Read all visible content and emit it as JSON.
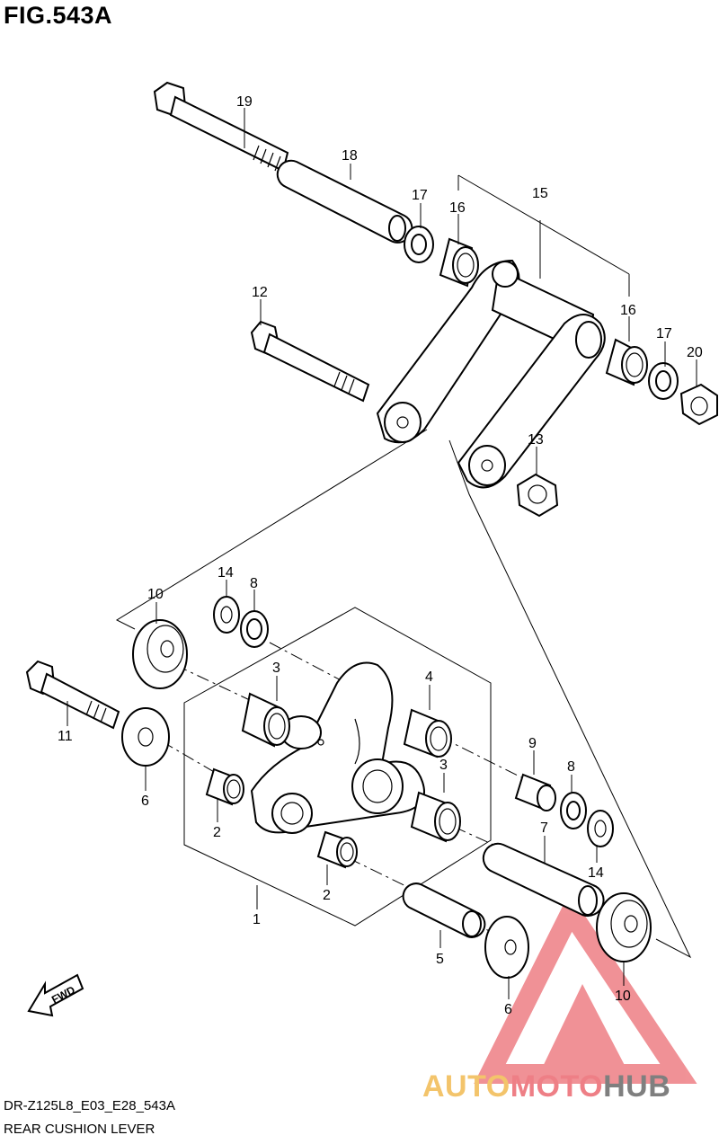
{
  "title": "FIG.543A",
  "diagram_code": "DR-Z125L8_E03_E28_543A",
  "diagram_name": "REAR CUSHION LEVER",
  "brand": {
    "part1": "AUTO",
    "part2": "MOTO",
    "part3": "HUB",
    "colors": {
      "part1": "#f3c46b",
      "part2": "#ee7f86",
      "part3": "#7f7f7f"
    }
  },
  "callouts": {
    "c19": "19",
    "c18": "18",
    "c17a": "17",
    "c16a": "16",
    "c15": "15",
    "c16b": "16",
    "c17b": "17",
    "c20": "20",
    "c12": "12",
    "c13": "13",
    "c10a": "10",
    "c14a": "14",
    "c8a": "8",
    "c3a": "3",
    "c4": "4",
    "c11": "11",
    "c6a": "6",
    "c9": "9",
    "c8b": "8",
    "c3b": "3",
    "c2a": "2",
    "c7": "7",
    "c14b": "14",
    "c2b": "2",
    "c1": "1",
    "c5": "5",
    "c6b": "6",
    "c10b": "10"
  },
  "fwd_label": "FWD"
}
